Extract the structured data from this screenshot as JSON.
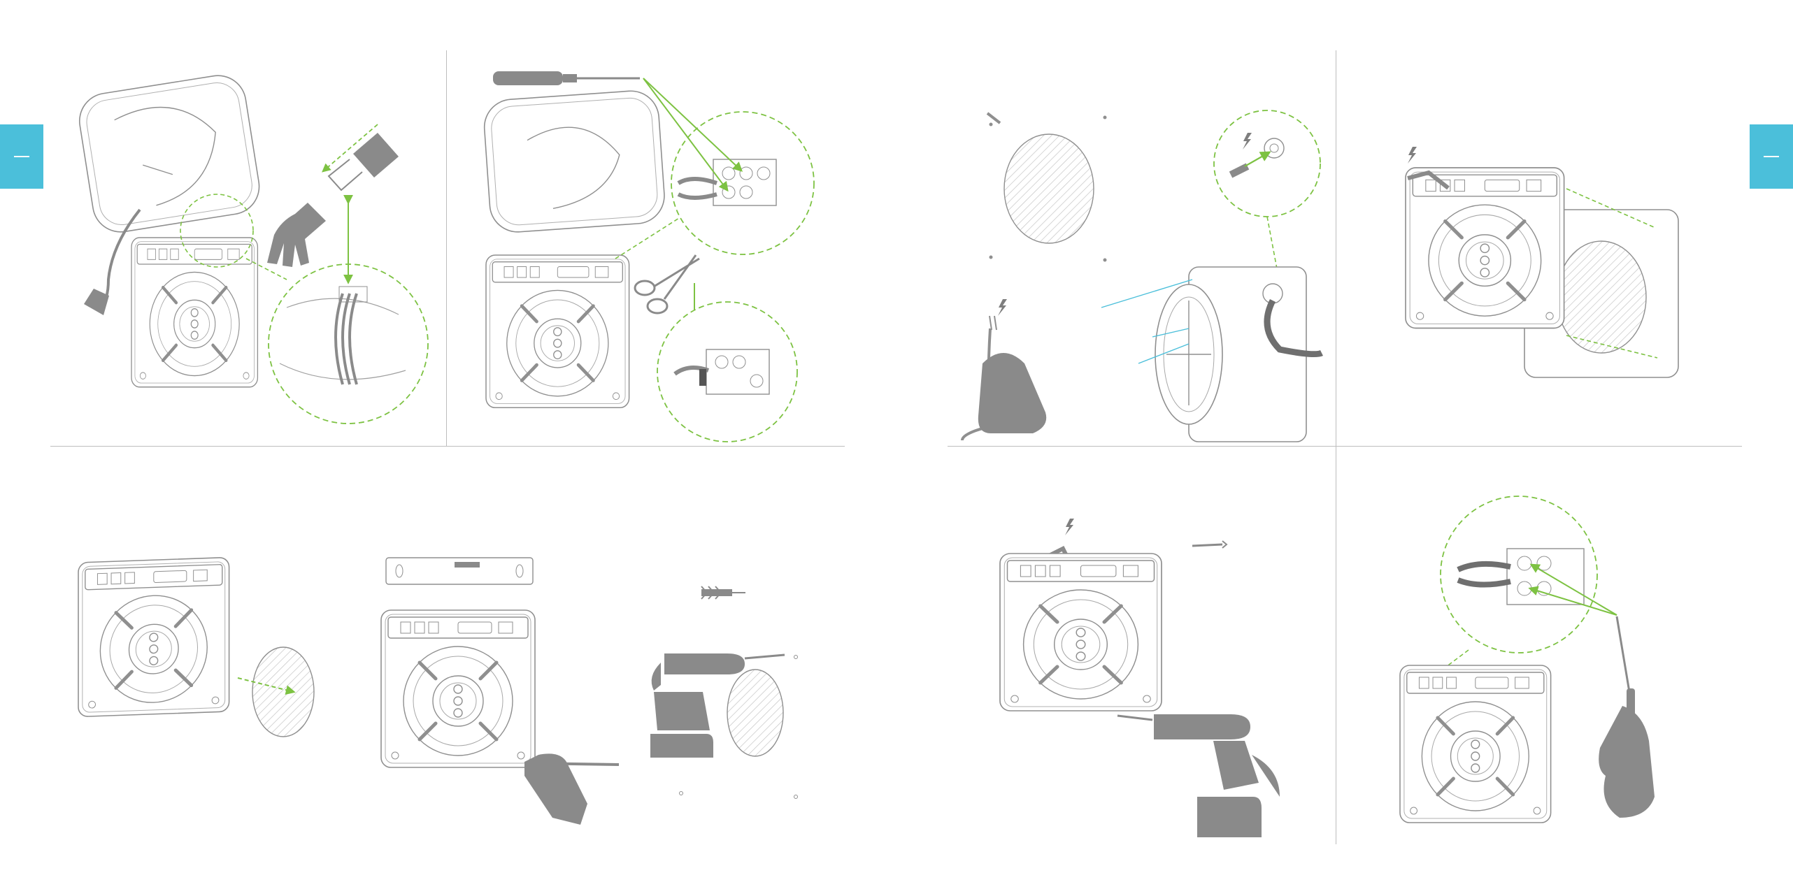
{
  "document": {
    "layout": "installation-instruction-spread",
    "pages": [
      "left-page",
      "right-page"
    ],
    "panels_per_page": 4,
    "text": []
  },
  "colors": {
    "accent_green": "#7dc242",
    "accent_cyan": "#4bbfda",
    "line_art": "#8f8f8f",
    "solid_fill": "#8a8a8a",
    "divider": "#bdbdbd",
    "background": "#ffffff"
  },
  "panels": [
    {
      "id": "L1",
      "content": "open-cover-plug-remove"
    },
    {
      "id": "L2",
      "content": "screwdriver-terminal-cut-cable"
    },
    {
      "id": "L3",
      "content": "fan-on-wall-opening"
    },
    {
      "id": "L4",
      "content": "level-mark-drill-plug"
    },
    {
      "id": "R1",
      "content": "wall-hole-cable-connect"
    },
    {
      "id": "R2",
      "content": "fan-insert-into-wall"
    },
    {
      "id": "R3",
      "content": "screw-mount-drill"
    },
    {
      "id": "R4",
      "content": "tighten-terminal-screws"
    }
  ]
}
